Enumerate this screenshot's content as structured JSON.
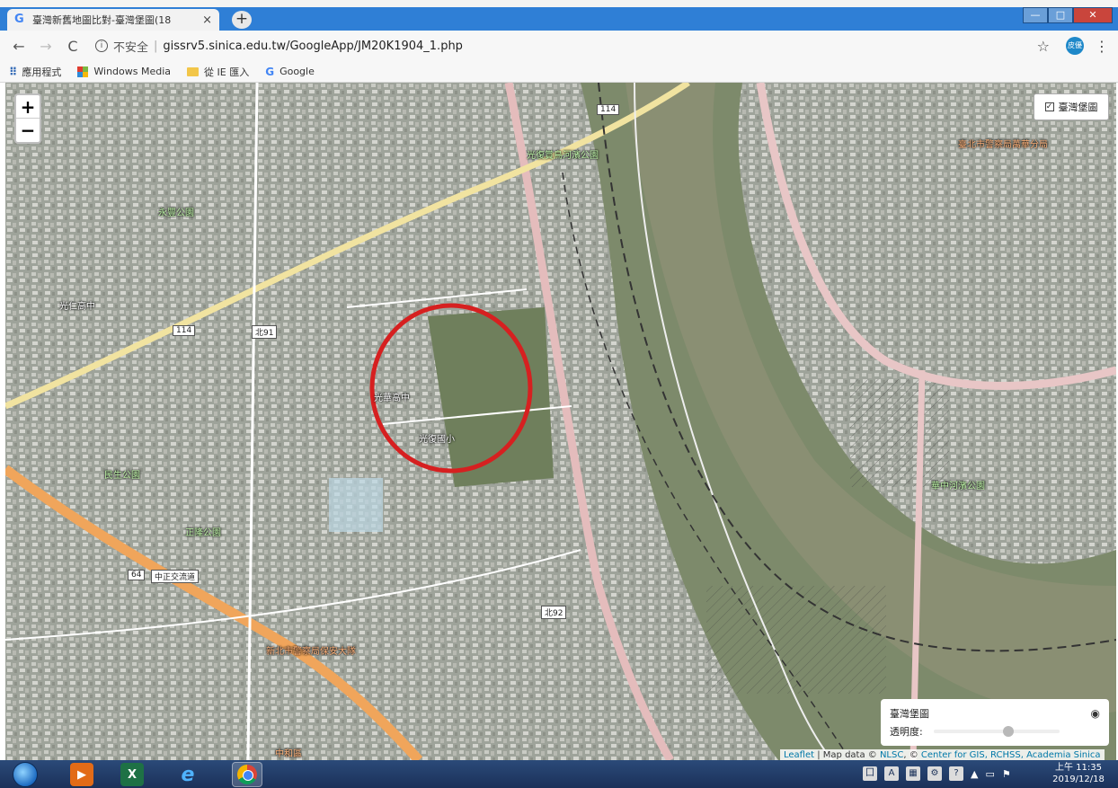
{
  "browser": {
    "tab_title": "臺灣新舊地圖比對-臺灣堡圖(18",
    "tab_close": "×",
    "new_tab": "+",
    "back": "←",
    "forward": "→",
    "reload": "C",
    "not_secure": "不安全",
    "url": "gissrv5.sinica.edu.tw/GoogleApp/JM20K1904_1.php",
    "profile_label": "皮優",
    "bookmarks": [
      {
        "label": "應用程式",
        "icon": "apps-icon"
      },
      {
        "label": "Windows Media",
        "icon": "windows-icon"
      },
      {
        "label": "從 IE 匯入",
        "icon": "folder-icon"
      },
      {
        "label": "Google",
        "icon": "google-icon"
      }
    ]
  },
  "map": {
    "zoom_in": "+",
    "zoom_out": "−",
    "layer_toggle_label": "臺灣堡圖",
    "layer_checked": true,
    "opacity_panel": {
      "layer_name": "臺灣堡圖",
      "opacity_label": "透明度:",
      "opacity_value": 0.6
    },
    "attribution": {
      "leaflet": "Leaflet",
      "text": " | Map data © ",
      "nlsc": "NLSC",
      "sep": ", © ",
      "center": "Center for GIS, RCHSS, Academia Sinica"
    },
    "labels": [
      {
        "text": "光復賞鳥河濱公園",
        "style": "green"
      },
      {
        "text": "光復國小",
        "style": "white"
      },
      {
        "text": "光華高中",
        "style": "white"
      },
      {
        "text": "光仁高中",
        "style": "white"
      },
      {
        "text": "民生公園",
        "style": "green"
      },
      {
        "text": "華中河濱公園",
        "style": "green"
      },
      {
        "text": "臺北市警察局萬華分局",
        "style": "orange"
      },
      {
        "text": "新北市警察局保安大隊",
        "style": "orange"
      },
      {
        "text": "中和區",
        "style": "orange"
      },
      {
        "text": "永豐公園",
        "style": "green"
      },
      {
        "text": "正隆公園",
        "style": "green"
      }
    ],
    "road_shields": [
      "114",
      "114",
      "北91",
      "北92",
      "64",
      "中正交流道"
    ]
  },
  "taskbar": {
    "time": "上午 11:35",
    "date": "2019/12/18"
  }
}
